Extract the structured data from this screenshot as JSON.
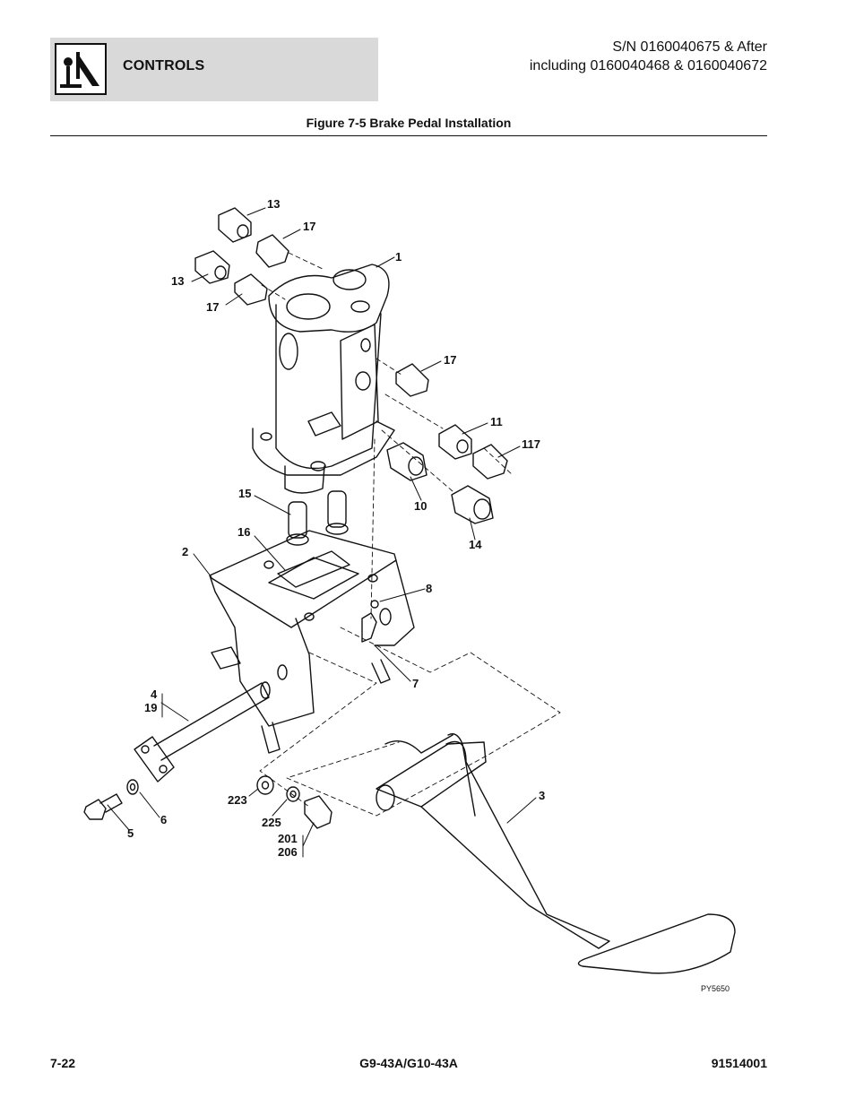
{
  "header": {
    "section": "CONTROLS",
    "sn_line1": "S/N 0160040675 & After",
    "sn_line2": "including 0160040468 & 0160040672"
  },
  "figure": {
    "title": "Figure 7-5 Brake Pedal Installation",
    "drawing_id": "PY5650",
    "callouts": {
      "c1": "1",
      "c2": "2",
      "c3": "3",
      "c4": "4",
      "c5": "5",
      "c6": "6",
      "c7": "7",
      "c8": "8",
      "c10": "10",
      "c11": "11",
      "c13a": "13",
      "c13b": "13",
      "c14": "14",
      "c15": "15",
      "c16": "16",
      "c17a": "17",
      "c17b": "17",
      "c17c": "17",
      "c19": "19",
      "c117": "117",
      "c201": "201",
      "c206": "206",
      "c223": "223",
      "c225": "225"
    }
  },
  "footer": {
    "page": "7-22",
    "model": "G9-43A/G10-43A",
    "doc_number": "91514001"
  },
  "icons": {
    "logo": "joystick-control-icon"
  }
}
